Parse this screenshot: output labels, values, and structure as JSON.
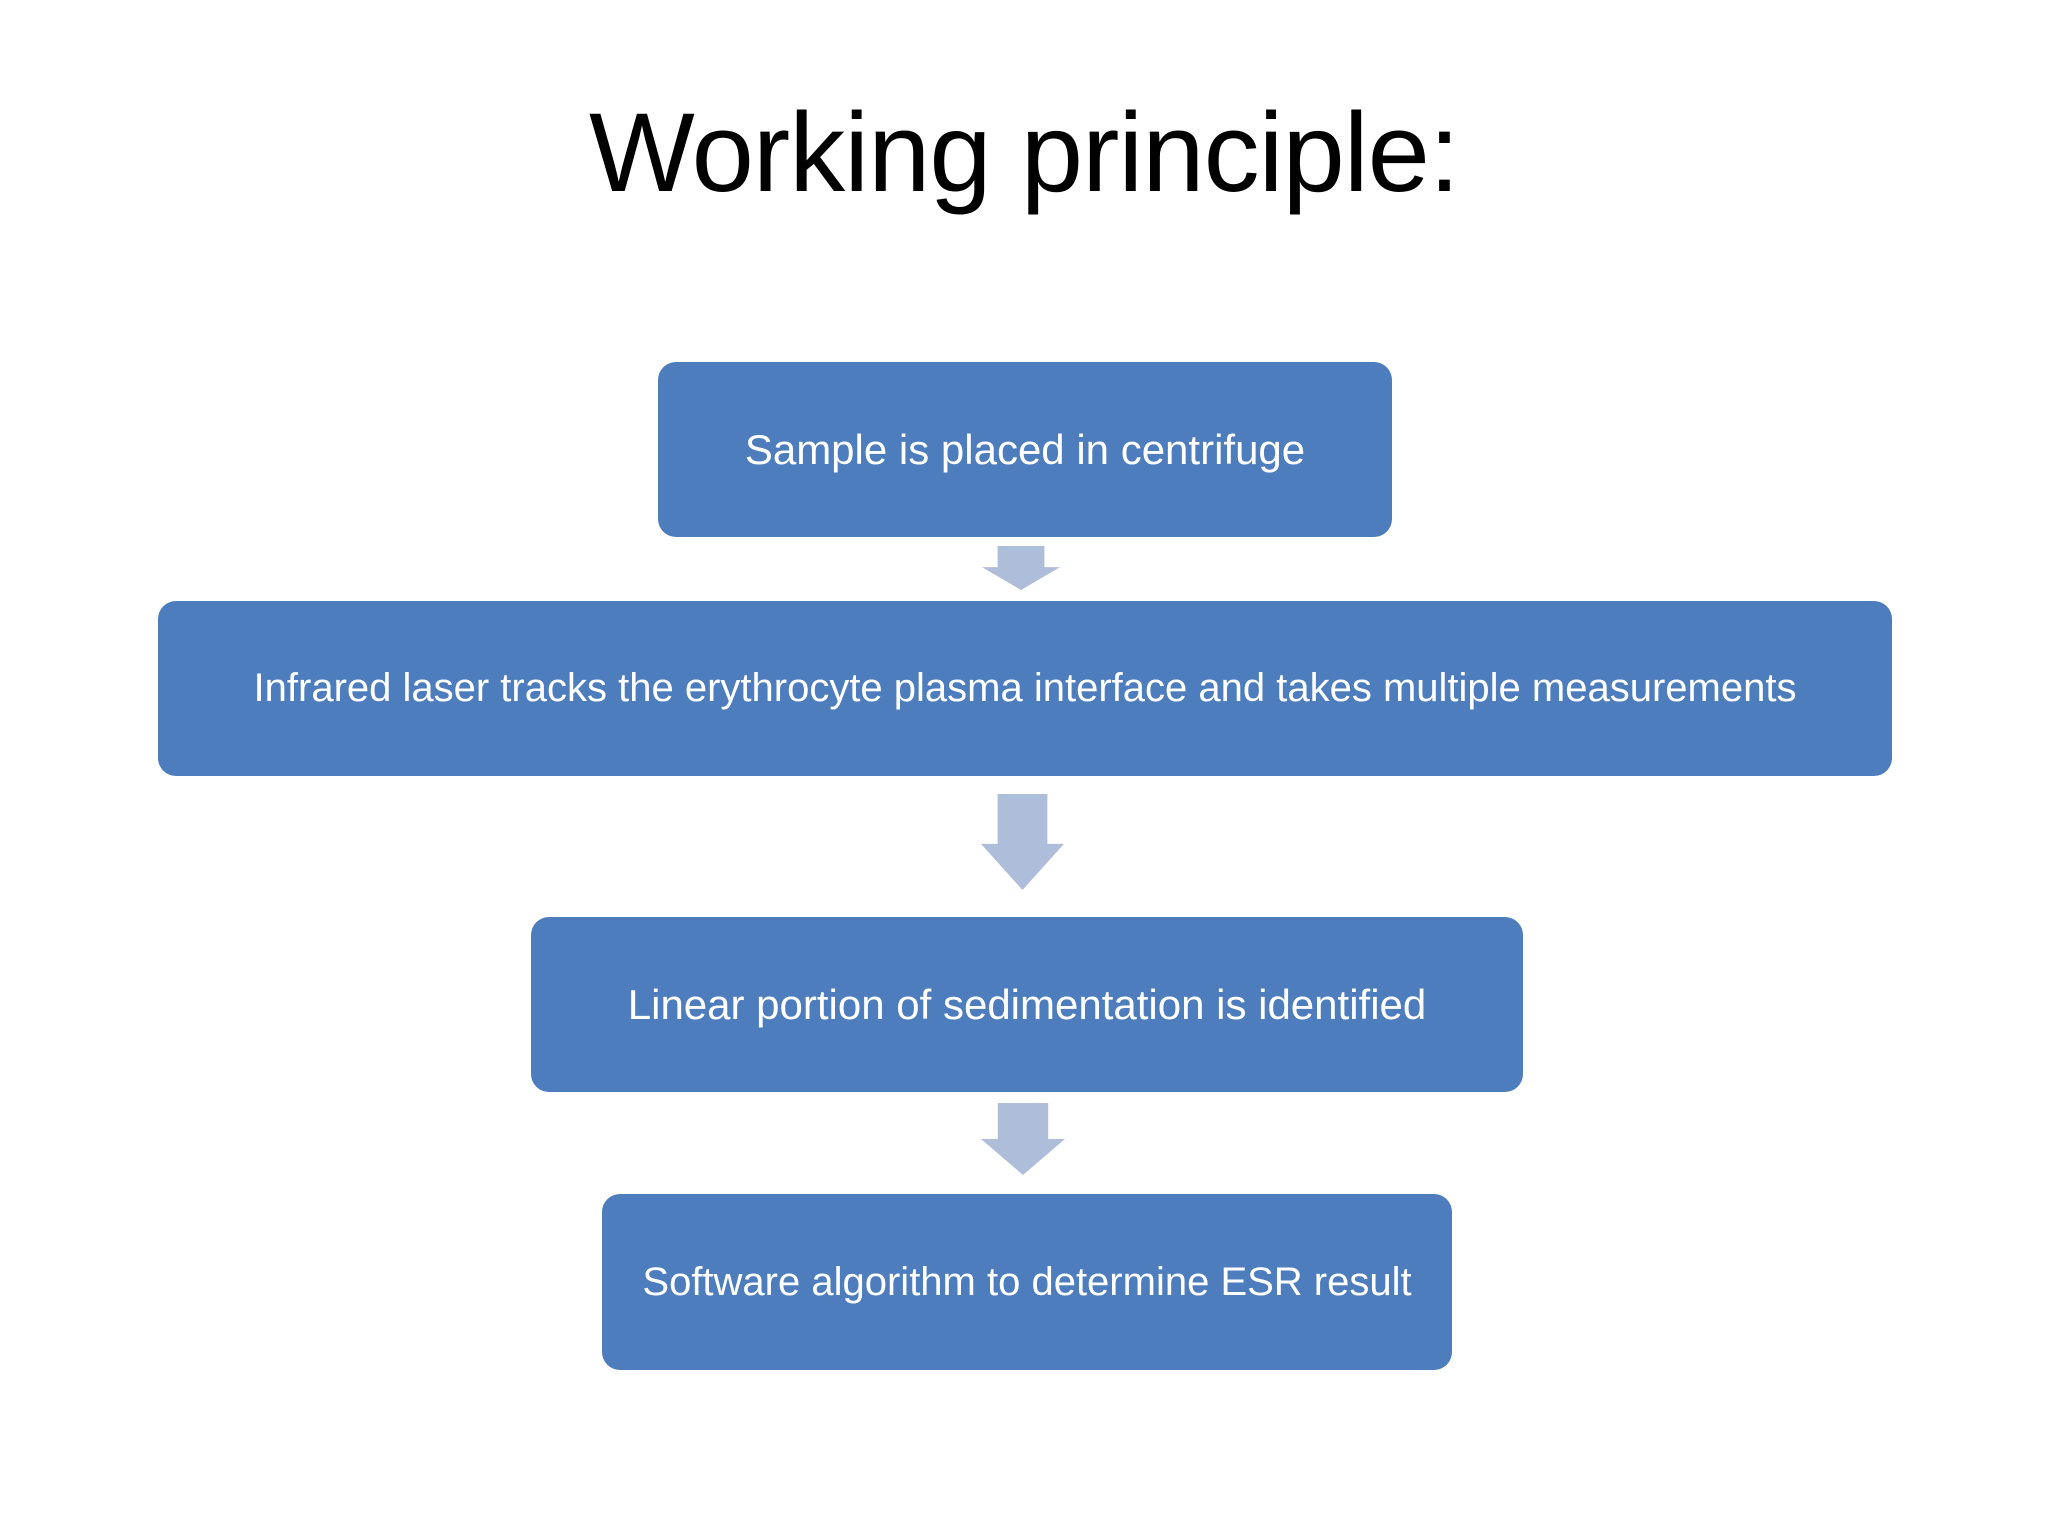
{
  "slide": {
    "title": "Working principle:",
    "flow_steps": [
      {
        "label": "Sample is placed in centrifuge"
      },
      {
        "label": "Infrared laser tracks the erythrocyte plasma interface and takes multiple measurements"
      },
      {
        "label": "Linear portion of sedimentation is identified"
      },
      {
        "label": "Software algorithm to determine ESR result"
      }
    ],
    "colors": {
      "background": "#ffffff",
      "title_text": "#000000",
      "box_fill": "#4d7dbd",
      "box_text": "#ffffff",
      "arrow_fill": "#aebdd9"
    }
  }
}
